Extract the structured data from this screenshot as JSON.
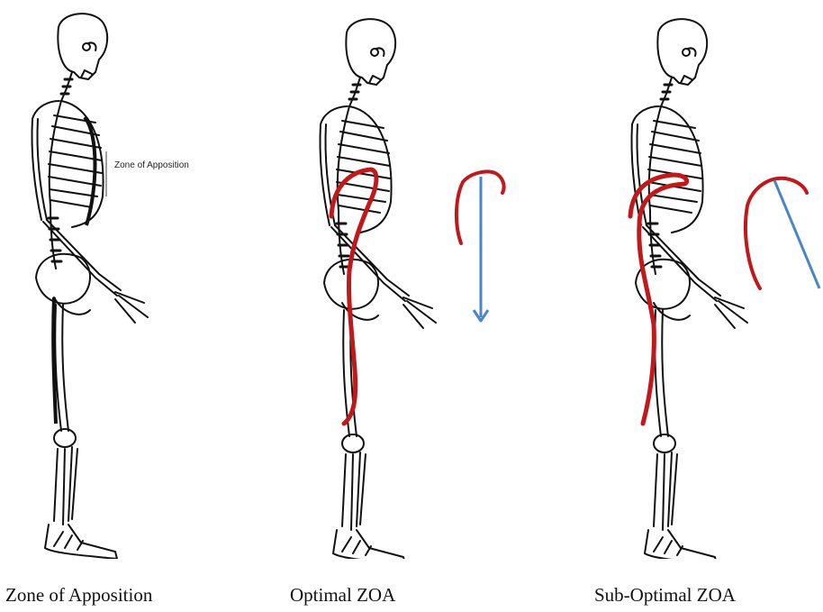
{
  "figures": [
    {
      "caption": "Zone of Apposition",
      "annotation": "Zone of Apposition"
    },
    {
      "caption": "Optimal ZOA"
    },
    {
      "caption": "Sub-Optimal ZOA"
    }
  ],
  "colors": {
    "diaphragm": "#c0191b",
    "arrow": "#4a86c5",
    "bone": "#111111"
  },
  "icons": {
    "diaphragm_detail": "diaphragm-curve-icon",
    "force_arrow": "down-arrow-icon"
  }
}
